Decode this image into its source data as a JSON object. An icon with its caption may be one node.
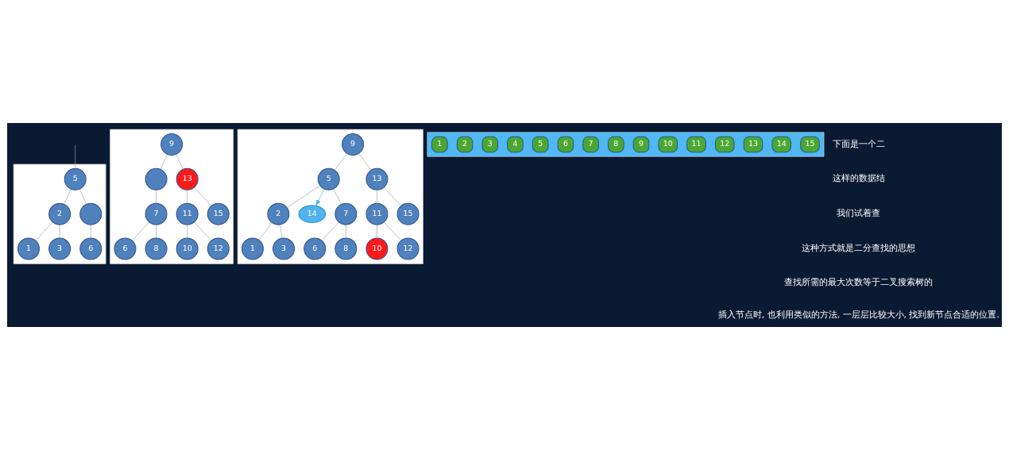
{
  "diagram": {
    "nodes": [
      {
        "text": [],
        "shape": "box"
      },
      {
        "text": [
          "5"
        ],
        "in": 0
      },
      {
        "text": [
          "2"
        ],
        "in": 0
      },
      {
        "text": [],
        "shape": "circle",
        "in": 0
      },
      {
        "text": [
          "1"
        ],
        "in": 0
      },
      {
        "text": [
          "3"
        ],
        "in": 0
      },
      {
        "text": [
          "6"
        ],
        "in": 0
      },
      {
        "text": [],
        "shape": "box"
      },
      {
        "text": [
          "9"
        ],
        "in": 7
      },
      {
        "text": [],
        "shape": "circle",
        "in": 7
      },
      {
        "text": [
          "13"
        ],
        "in": 7
      },
      {
        "text": [
          "7"
        ],
        "in": 7
      },
      {
        "text": [
          "11"
        ],
        "in": 7
      },
      {
        "text": [
          "15"
        ],
        "in": 7
      },
      {
        "text": [
          "6"
        ],
        "in": 7
      },
      {
        "text": [
          "8"
        ],
        "in": 7
      },
      {
        "text": [
          "10"
        ],
        "in": 7
      },
      {
        "text": [
          "12"
        ],
        "in": 7
      },
      {
        "text": [],
        "shape": "box"
      },
      {
        "text": [
          "9"
        ],
        "in": 18
      },
      {
        "text": [
          "5"
        ],
        "in": 18
      },
      {
        "text": [
          "13"
        ],
        "in": 18
      },
      {
        "text": [
          "2"
        ],
        "in": 18
      },
      {
        "text": [
          "14"
        ],
        "in": 18
      },
      {
        "text": [
          "7"
        ],
        "in": 18
      },
      {
        "text": [
          "11"
        ],
        "in": 18
      },
      {
        "text": [
          "15"
        ],
        "in": 18
      },
      {
        "text": [
          "1"
        ],
        "in": 18
      },
      {
        "text": [
          "3"
        ],
        "in": 18
      },
      {
        "text": [
          "6"
        ],
        "in": 18
      },
      {
        "text": [
          "8"
        ],
        "in": 18
      },
      {
        "text": [
          "10"
        ],
        "in": 18
      },
      {
        "text": [
          "12"
        ],
        "in": 18
      },
      {
        "text": [],
        "shape": "box"
      },
      {
        "text": [
          "1"
        ],
        "in": 33
      },
      {
        "text": [
          "2"
        ],
        "in": 33
      },
      {
        "text": [
          "3"
        ],
        "in": 33
      },
      {
        "text": [
          "4"
        ],
        "in": 33
      },
      {
        "text": [
          "5"
        ],
        "in": 33
      },
      {
        "text": [
          "6"
        ],
        "in": 33
      },
      {
        "text": [
          "7"
        ],
        "in": 33
      },
      {
        "text": [
          "8"
        ],
        "in": 33
      },
      {
        "text": [
          "9"
        ],
        "in": 33
      },
      {
        "text": [
          "10"
        ],
        "in": 33
      },
      {
        "text": [
          "11"
        ],
        "in": 33
      },
      {
        "text": [
          "12"
        ],
        "in": 33
      },
      {
        "text": [
          "13"
        ],
        "in": 33
      },
      {
        "text": [
          "14"
        ],
        "in": 33
      },
      {
        "text": [
          "15"
        ],
        "in": 33
      }
    ],
    "edges": [
      {
        "from": null,
        "to": 1,
        "arrow": "none"
      },
      {
        "from": 1,
        "to": 2,
        "arrow": "none"
      },
      {
        "from": 1,
        "to": 3,
        "arrow": "none"
      },
      {
        "from": 2,
        "to": 4,
        "arrow": "none"
      },
      {
        "from": 2,
        "to": 5,
        "arrow": "none"
      },
      {
        "from": 3,
        "to": 6,
        "arrow": "none"
      },
      {
        "from": 8,
        "to": 9,
        "arrow": "none"
      },
      {
        "from": 8,
        "to": 10,
        "arrow": "none"
      },
      {
        "from": 9,
        "to": 11,
        "arrow": "none"
      },
      {
        "from": 10,
        "to": 12,
        "arrow": "none"
      },
      {
        "from": 10,
        "to": 13,
        "arrow": "none"
      },
      {
        "from": 11,
        "to": 14,
        "arrow": "none"
      },
      {
        "from": 11,
        "to": 15,
        "arrow": "none"
      },
      {
        "from": 12,
        "to": 16,
        "arrow": "none"
      },
      {
        "from": 12,
        "to": 17,
        "arrow": "none"
      },
      {
        "from": 19,
        "to": 20,
        "arrow": "none"
      },
      {
        "from": 19,
        "to": 21,
        "arrow": "none"
      },
      {
        "from": 20,
        "to": 22,
        "arrow": "none"
      },
      {
        "from": 20,
        "to": 23,
        "arrow": "to",
        "color": "#4fb3f0"
      },
      {
        "from": 20,
        "to": 24,
        "arrow": "none"
      },
      {
        "from": 21,
        "to": 25,
        "arrow": "none"
      },
      {
        "from": 21,
        "to": 26,
        "arrow": "none"
      },
      {
        "from": 22,
        "to": 27,
        "arrow": "none"
      },
      {
        "from": 22,
        "to": 28,
        "arrow": "none"
      },
      {
        "from": 24,
        "to": 29,
        "arrow": "none"
      },
      {
        "from": 24,
        "to": 30,
        "arrow": "none"
      },
      {
        "from": 25,
        "to": 31,
        "arrow": "none"
      },
      {
        "from": 25,
        "to": 32,
        "arrow": "none"
      }
    ],
    "labels": [
      "下面是一个二",
      "这样的数据结",
      "我们试着查",
      "这种方式就是二分查找的思想",
      "查找所需的最大次数等于二叉搜索树的",
      "插入节点时, 也利用类似的方法, 一层层比较大小, 找到新节点合适的位置."
    ]
  }
}
